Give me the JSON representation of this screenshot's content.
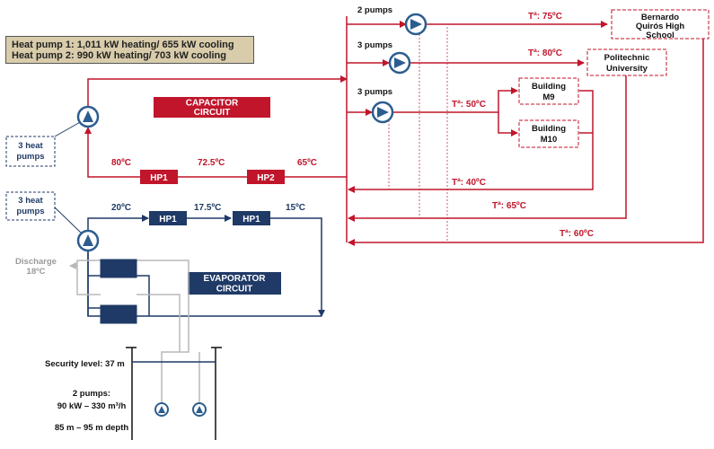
{
  "heat_pump_info": {
    "line1": "Heat pump 1: 1,011 kW heating/ 655 kW cooling",
    "line2": "Heat pump 2: 990 kW heating/ 703 kW cooling"
  },
  "capacitor": {
    "label_line1": "CAPACITOR",
    "label_line2": "CIRCUIT",
    "hp1": "HP1",
    "hp2": "HP2",
    "temp_left": "80ºC",
    "temp_mid": "72.5ºC",
    "temp_right": "65ºC",
    "pumps_note_line1": "3 heat",
    "pumps_note_line2": "pumps"
  },
  "evaporator": {
    "label_line1": "EVAPORATOR",
    "label_line2": "CIRCUIT",
    "hp1_a": "HP1",
    "hp1_b": "HP1",
    "temp_left": "20ºC",
    "temp_mid": "17.5ºC",
    "temp_right": "15ºC",
    "pumps_note_line1": "3 heat",
    "pumps_note_line2": "pumps",
    "discharge_line1": "Discharge",
    "discharge_line2": "18ºC"
  },
  "distribution": {
    "pumps_top": "2 pumps",
    "pumps_mid": "3 pumps",
    "pumps_low": "3 pumps",
    "temp_supply_school": "Tª: 75ºC",
    "temp_supply_university": "Tª: 80ºC",
    "temp_supply_buildings": "Tª: 50ºC",
    "temp_return_buildings": "Tª: 40ºC",
    "temp_return_university": "Tª: 65ºC",
    "temp_return_school": "Tª: 60ºC"
  },
  "consumers": {
    "school_line1": "Bernardo",
    "school_line2": "Quirós High",
    "school_line3": "School",
    "university_line1": "Politechnic",
    "university_line2": "University",
    "m9_line1": "Building",
    "m9_line2": "M9",
    "m10_line1": "Building",
    "m10_line2": "M10"
  },
  "well": {
    "security_level": "Security level: 37 m",
    "pumps_line1": "2 pumps:",
    "pumps_line2": "90 kW – 330 m³/h",
    "depth": "85 m – 95 m depth"
  },
  "colors": {
    "hot": "#c0152a",
    "cold": "#1f3a66",
    "pump": "#2c5d8f",
    "grey": "#b8b8b8",
    "info_bg": "#d8ccab"
  }
}
